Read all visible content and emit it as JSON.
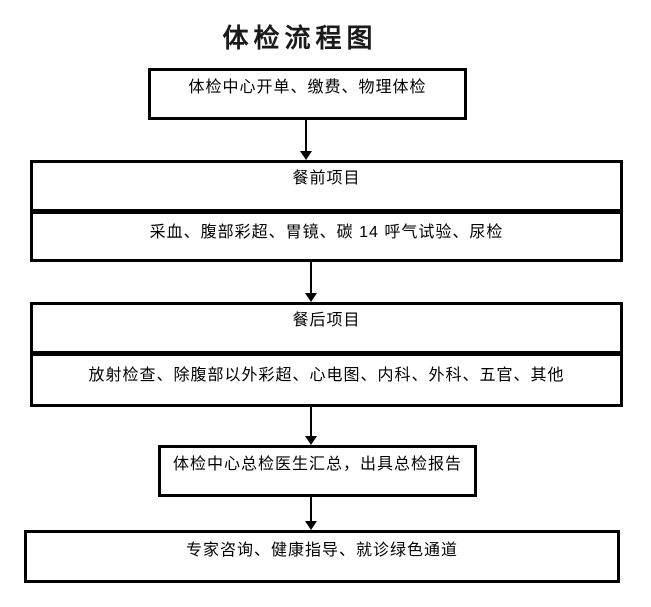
{
  "page": {
    "title": "体检流程图",
    "background": "#ffffff"
  },
  "flowchart": {
    "type": "flowchart",
    "direction": "top-down",
    "colors": {
      "border": "#000000",
      "text": "#000000",
      "arrow": "#000000",
      "box_fill": "#ffffff"
    },
    "steps": [
      {
        "name": "checkin",
        "label": "体检中心开单、缴费、物理体检"
      },
      {
        "name": "pre-meal",
        "header": "餐前项目",
        "items": "采血、腹部彩超、胃镜、碳 14 呼气试验、尿检"
      },
      {
        "name": "post-meal",
        "header": "餐后项目",
        "items": "放射检查、除腹部以外彩超、心电图、内科、外科、五官、其他"
      },
      {
        "name": "summary-report",
        "label": "体检中心总检医生汇总，出具总检报告"
      },
      {
        "name": "followup-services",
        "label": "专家咨询、健康指导、就诊绿色通道"
      }
    ]
  }
}
